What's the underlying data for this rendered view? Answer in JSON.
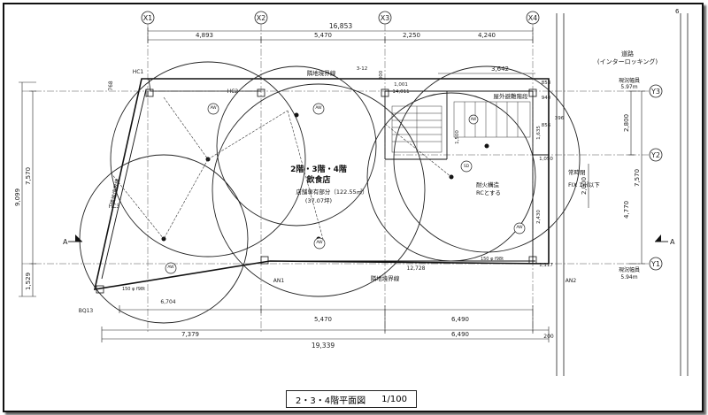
{
  "title": {
    "name": "2・3・4階平面図",
    "scale": "1/100"
  },
  "grid_axes": {
    "x": [
      "X1",
      "X2",
      "X3",
      "X4"
    ],
    "y": [
      "Y3",
      "Y2",
      "Y1"
    ]
  },
  "dims_top": {
    "total": "16,853",
    "spans": [
      "4,893",
      "5,470",
      "2,250",
      "4,240"
    ],
    "inner": "3,642"
  },
  "dims_bottom": {
    "row1": [
      "5,470",
      "6,490"
    ],
    "row2": [
      "7,379",
      "6,490"
    ],
    "total": "19,339",
    "edge": "200"
  },
  "dims_right": [
    "2,800",
    "2,000",
    "7,570",
    "4,770"
  ],
  "dims_left": [
    "9,099",
    "7,570",
    "1,529",
    "768"
  ],
  "room": {
    "floors": "2階・3階・4階",
    "use": "飲食店",
    "area_line": "店舗専有部分（122.55㎡）",
    "tsubo": "(37.07坪)"
  },
  "road": {
    "name": "道路",
    "type": "(インターロッキング)"
  },
  "labels": {
    "boundary_top": "隣地境界線",
    "boundary_bottom": "隣地境界線",
    "boundary_left": "隣地境界線",
    "stair": "屋外避難階段",
    "fire": [
      "耐火構造",
      "RCとする"
    ],
    "glass": [
      "常時閉",
      "FIX 1㎡以下"
    ],
    "road_width_top": [
      "現況幅員",
      "5.97m"
    ],
    "road_width_bottom": [
      "現況幅員",
      "5.94m"
    ],
    "hc1": "HC1",
    "hc2": "HC2",
    "hc3": "HC3",
    "bq": "BQ13",
    "an1": "AN1",
    "an2": "AN2",
    "section_left": "A",
    "section_right": "A",
    "d_12728": "12,728",
    "d_6704": "6,704",
    "d_150_1": "150 φ f98t",
    "d_150_2": "150 φ f98t",
    "d_1050": "1,050",
    "d_1117": "1,117",
    "d_940": "940",
    "d_853": "853",
    "d_856": "856",
    "d_396": "396",
    "d_300": "300",
    "d_1500": "1,500",
    "d_2430": "2,430",
    "d_1635": "1,635",
    "d_1001": "1,001",
    "d_14011": "14,011",
    "d_3_12": "3-12",
    "sd": "SD",
    "aw": "AW",
    "corner_mark": "6"
  }
}
